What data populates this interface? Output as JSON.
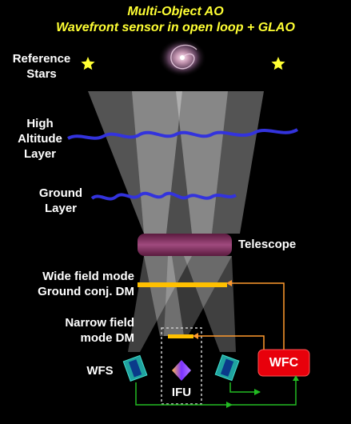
{
  "title": {
    "line1": "Multi-Object AO",
    "line2": "Wavefront sensor in open loop + GLAO"
  },
  "labels": {
    "reference_stars": [
      "Reference",
      "Stars"
    ],
    "high_altitude_layer": [
      "High",
      "Altitude",
      "Layer"
    ],
    "ground_layer": [
      "Ground",
      "Layer"
    ],
    "telescope": "Telescope",
    "wide_field_mode": [
      "Wide field mode",
      "Ground conj. DM"
    ],
    "narrow_field_mode": [
      "Narrow field",
      "mode DM"
    ],
    "wfs": "WFS",
    "ifu": "IFU",
    "wfc": "WFC"
  },
  "icons": {
    "star": "star-icon",
    "galaxy": "galaxy-icon"
  },
  "colors": {
    "title": "#ffff33",
    "background": "#000000",
    "turbulence": "#3333dd",
    "telescope": "#7a2a55",
    "dm": "#ffc000",
    "wfc_box": "#e8000b",
    "signal_orange": "#ff9a2e",
    "signal_green": "#22bb22",
    "wfs": "#1fa3a0"
  }
}
